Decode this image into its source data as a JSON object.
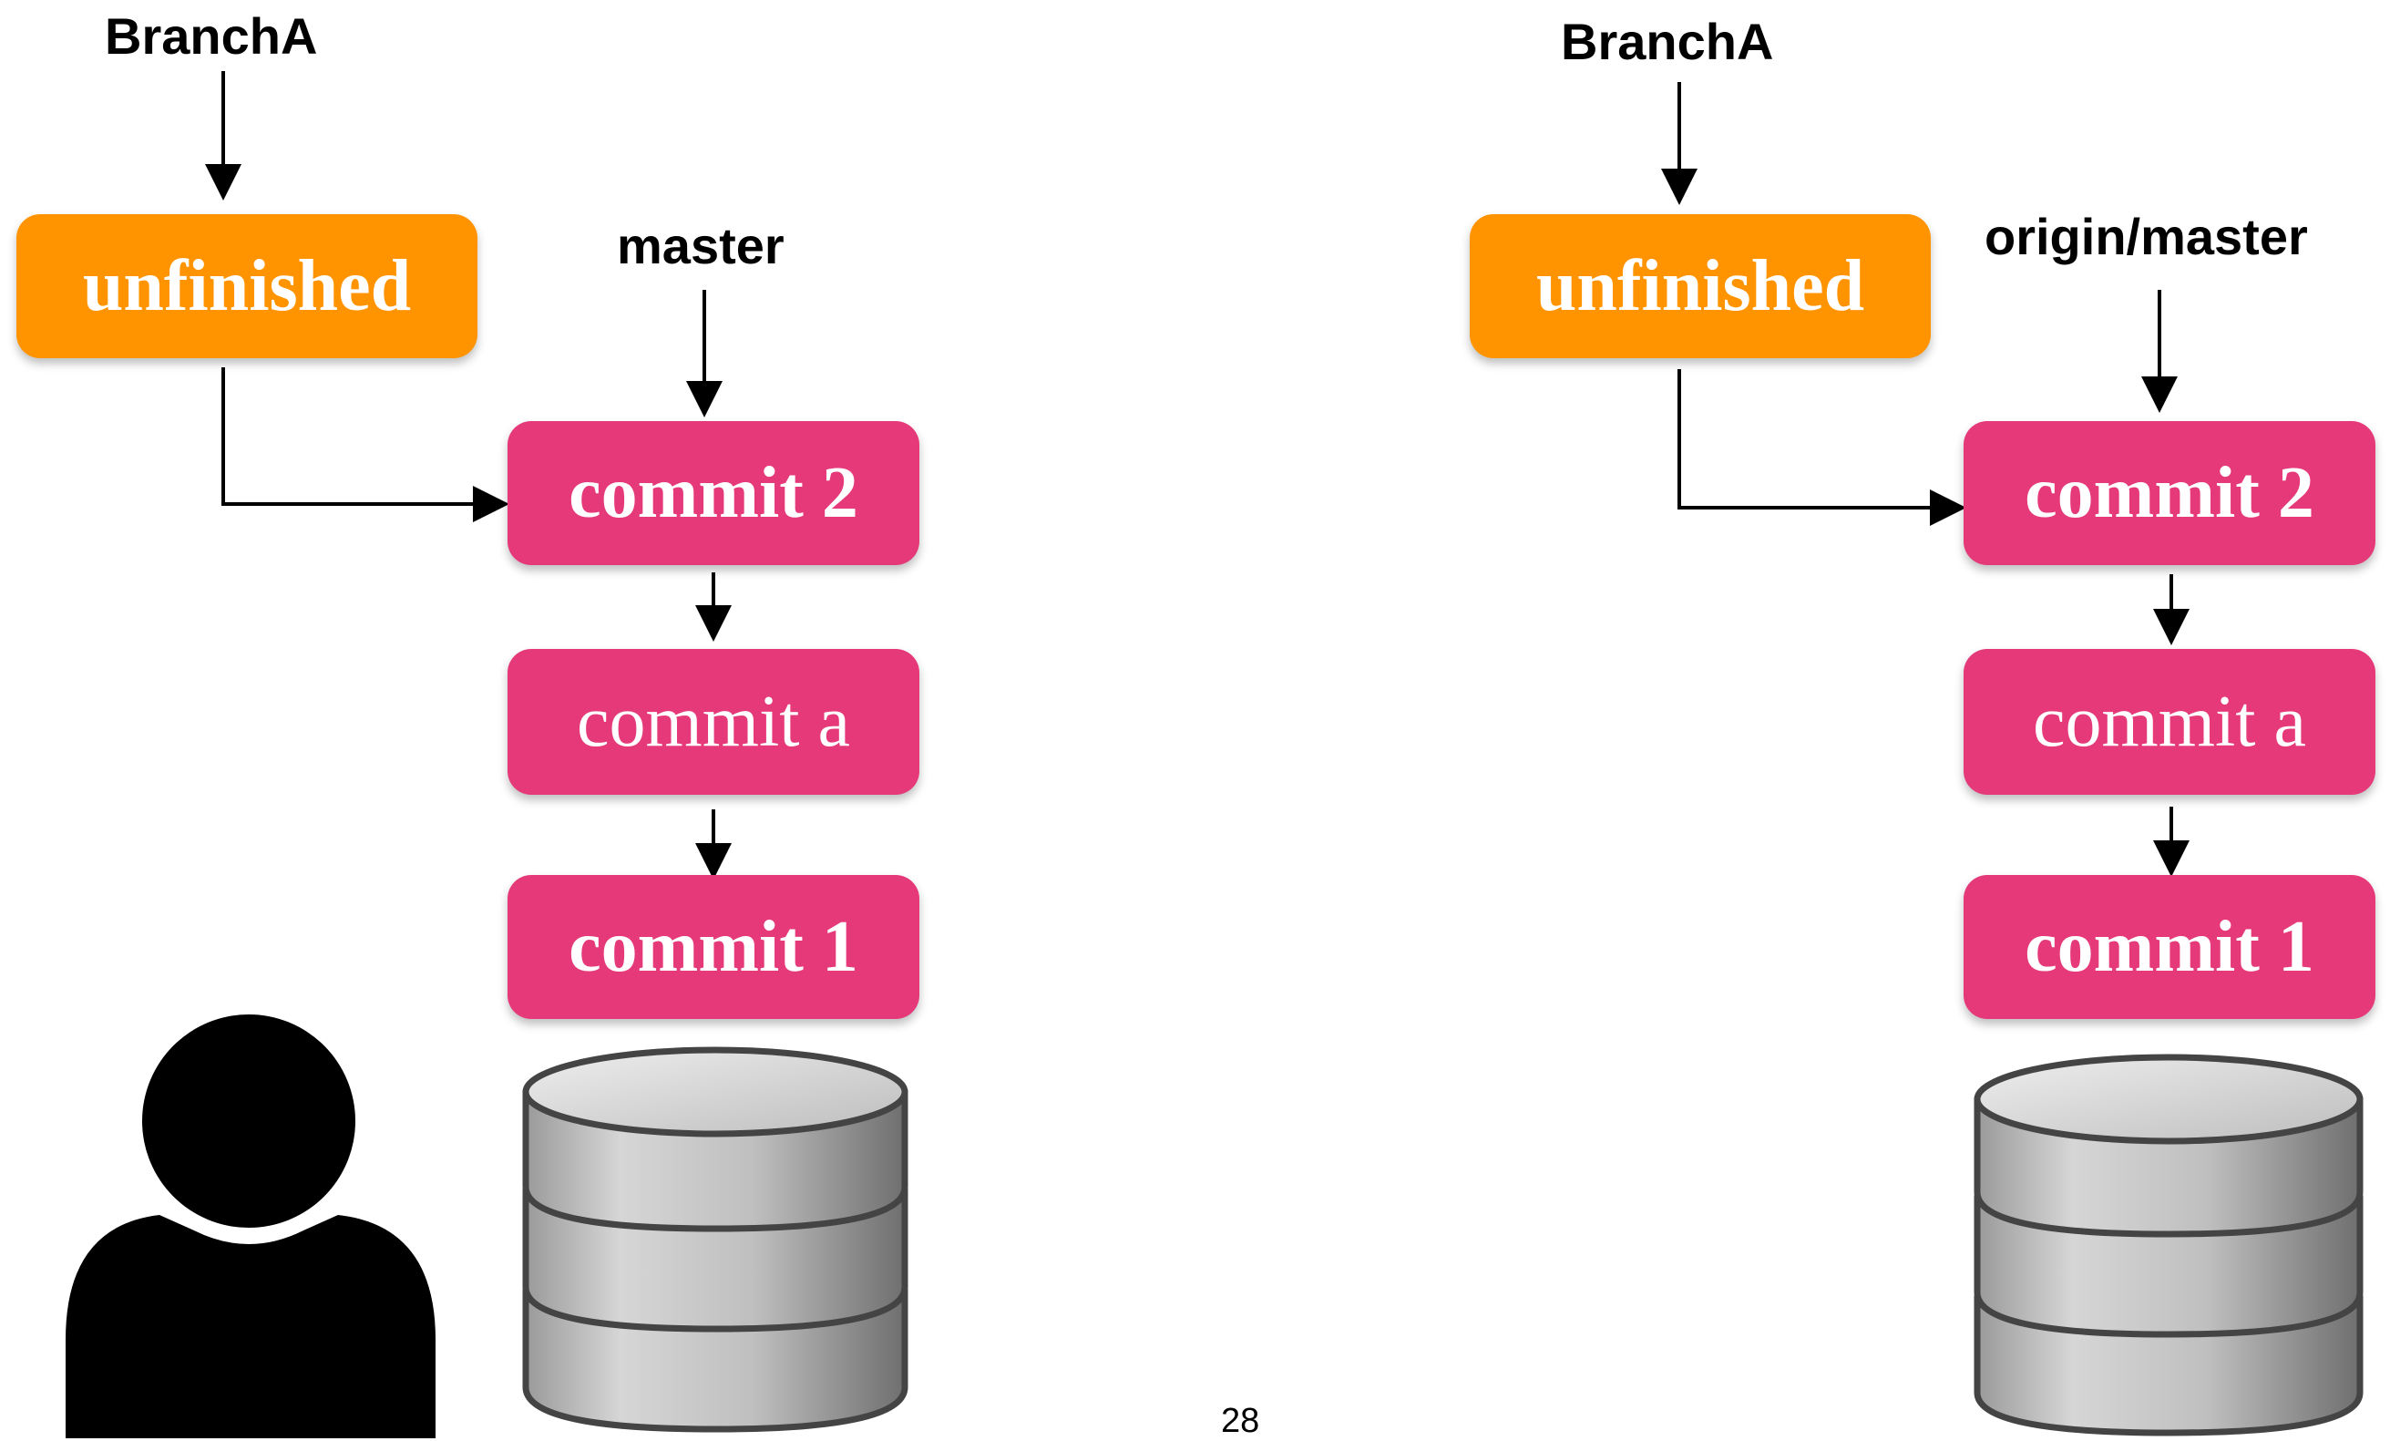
{
  "colors": {
    "orange": "#FF9400",
    "pink": "#E5397A",
    "arrow": "#000000"
  },
  "left": {
    "branch_label": "BranchA",
    "ref_label": "master",
    "unfinished": "unfinished",
    "commit2": "commit 2",
    "commita": "commit a",
    "commit1": "commit 1",
    "user_icon": "person-icon",
    "db_icon": "database-icon"
  },
  "right": {
    "branch_label": "BranchA",
    "ref_label": "origin/master",
    "unfinished": "unfinished",
    "commit2": "commit 2",
    "commita": "commit a",
    "commit1": "commit 1",
    "db_icon": "database-icon"
  },
  "page_number": "28"
}
